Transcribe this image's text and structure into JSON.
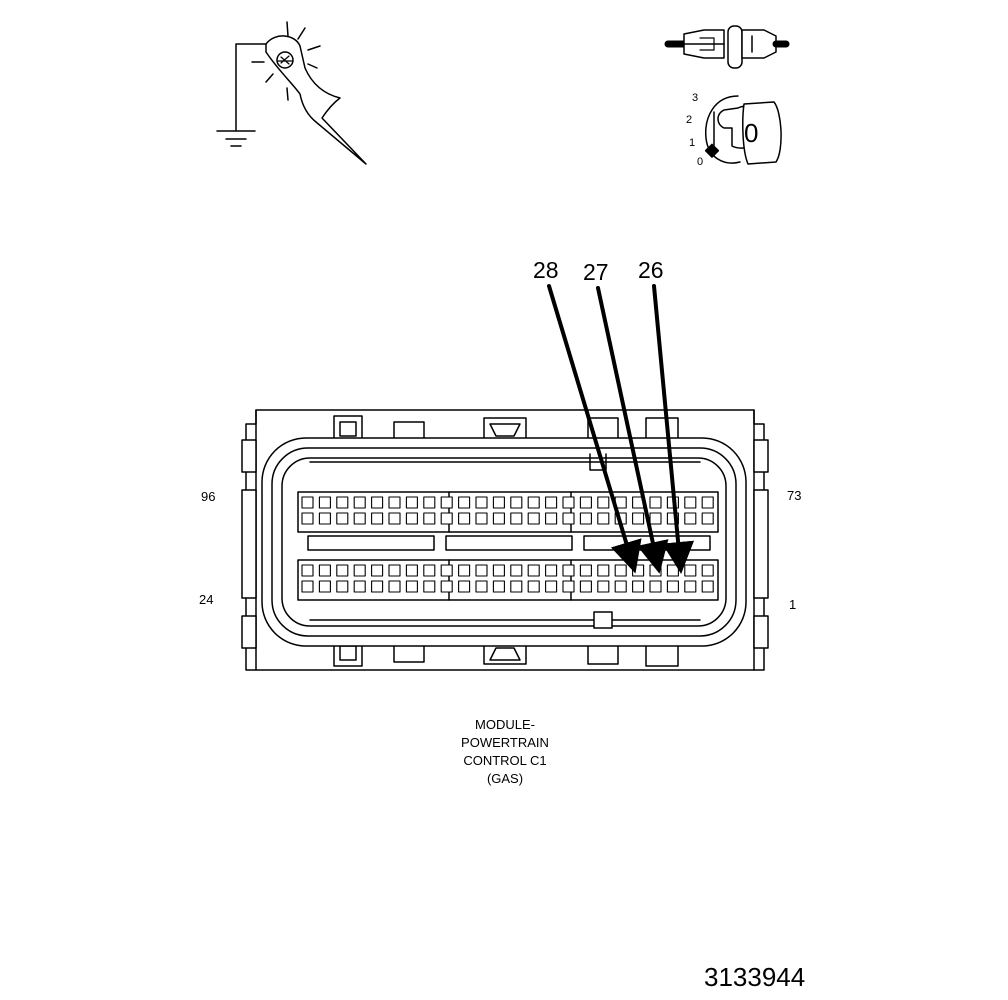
{
  "diagram": {
    "callouts": [
      "28",
      "27",
      "26"
    ],
    "corner_numbers": {
      "top_left": "96",
      "top_right": "73",
      "bottom_left": "24",
      "bottom_right": "1"
    },
    "caption_lines": [
      "MODULE-",
      "POWERTRAIN",
      "CONTROL C1",
      "(GAS)"
    ],
    "figure_number": "3133944",
    "ignition_positions": [
      "3",
      "2",
      "1",
      "0"
    ],
    "ignition_key_label": "0",
    "icons": [
      "test-light-probe-icon",
      "disconnected-connector-icon",
      "ignition-switch-icon"
    ]
  }
}
